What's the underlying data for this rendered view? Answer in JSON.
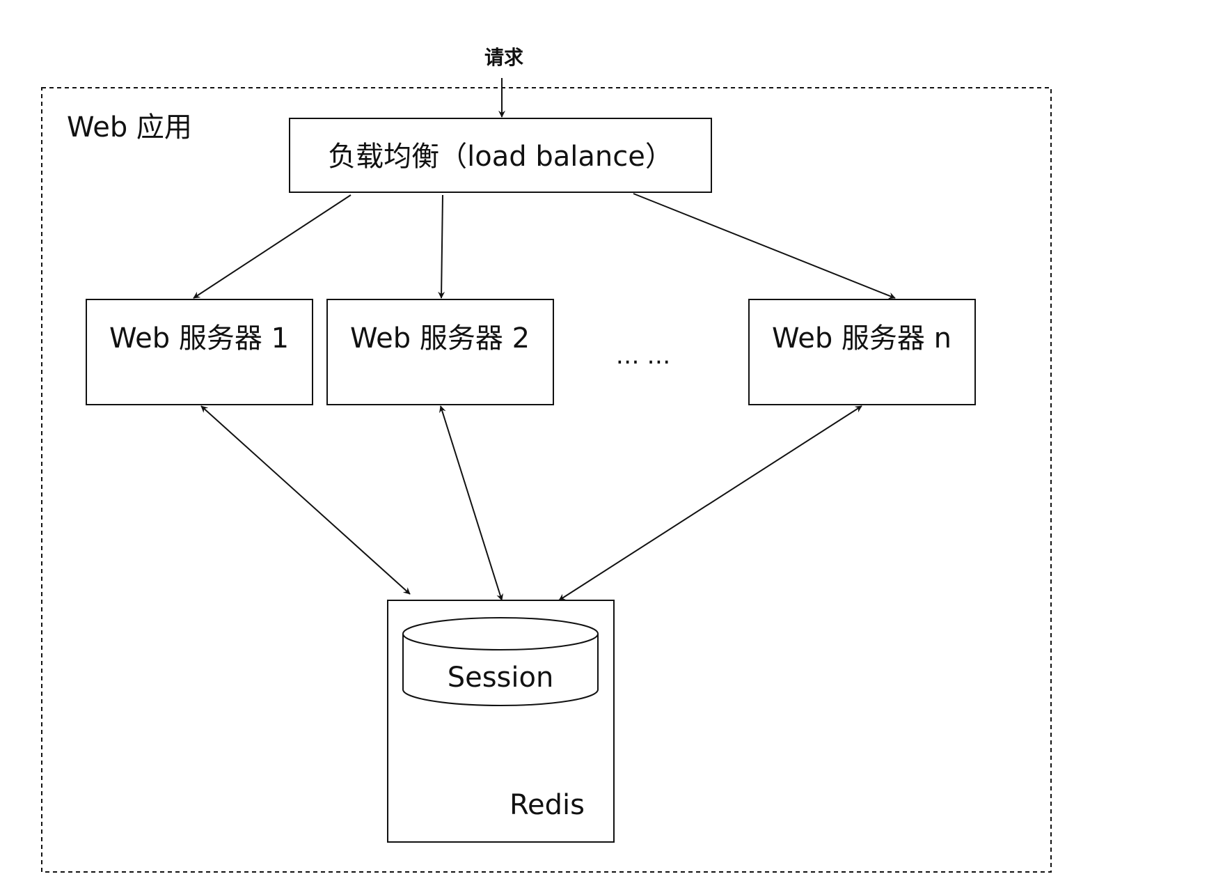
{
  "request_label": "请求",
  "container": {
    "label": "Web 应用"
  },
  "load_balancer": {
    "label": "负载均衡（load balance）"
  },
  "servers": [
    {
      "label": "Web 服务器 1"
    },
    {
      "label": "Web 服务器 2"
    },
    {
      "label": "Web 服务器 n"
    }
  ],
  "ellipsis": "… …",
  "redis": {
    "label": "Redis",
    "session_label": "Session"
  },
  "edges": [
    {
      "from": "request",
      "to": "load-balancer",
      "direction": "forward"
    },
    {
      "from": "load-balancer",
      "to": "web-server-1",
      "direction": "forward"
    },
    {
      "from": "load-balancer",
      "to": "web-server-2",
      "direction": "forward"
    },
    {
      "from": "load-balancer",
      "to": "web-server-n",
      "direction": "forward"
    },
    {
      "from": "web-server-1",
      "to": "redis",
      "direction": "both"
    },
    {
      "from": "web-server-2",
      "to": "redis",
      "direction": "both"
    },
    {
      "from": "web-server-n",
      "to": "redis",
      "direction": "both"
    }
  ],
  "colors": {
    "stroke": "#111111",
    "background": "#ffffff"
  }
}
